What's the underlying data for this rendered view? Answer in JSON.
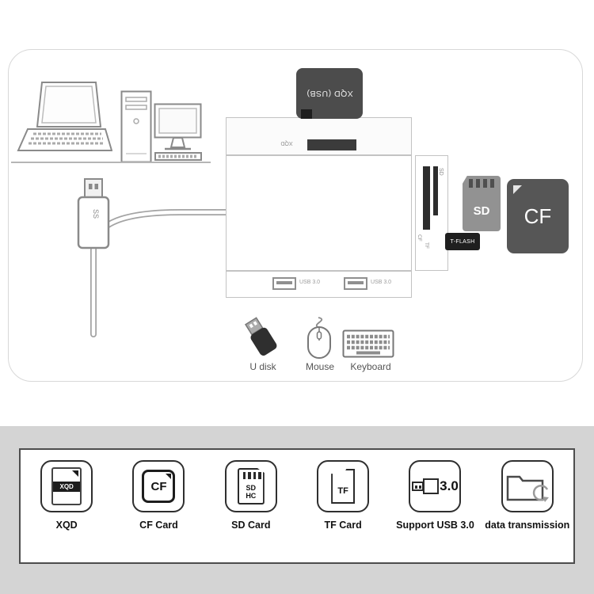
{
  "illustration": {
    "xqd_card": {
      "label": "XQD (USB)"
    },
    "reader": {
      "top_slot_label": "XQD",
      "side_slot_label_sd": "SD",
      "side_slot_label_cf": "CF",
      "side_slot_label_tf": "TF",
      "usb_port_1_label": "USB 3.0",
      "usb_port_2_label": "USB 3.0"
    },
    "cards": {
      "sd_label": "SD",
      "tflash_label": "T-FLASH",
      "cf_label": "CF"
    },
    "usb_plug": {
      "label": "SS"
    },
    "peripherals": [
      {
        "label": "U disk"
      },
      {
        "label": "Mouse"
      },
      {
        "label": "Keyboard"
      }
    ],
    "icons": [
      "laptop-icon",
      "desktop-tower-icon",
      "monitor-icon",
      "usb-plug-icon",
      "usb-flash-drive-icon",
      "mouse-icon",
      "keyboard-icon"
    ]
  },
  "features": {
    "items": [
      {
        "icon": "xqd-card-icon",
        "icon_text": "XQD",
        "label": "XQD"
      },
      {
        "icon": "cf-card-icon",
        "icon_text": "CF",
        "label": "CF Card"
      },
      {
        "icon": "sd-card-icon",
        "icon_text_top": "SD",
        "icon_text_bottom": "HC",
        "label": "SD Card"
      },
      {
        "icon": "tf-card-icon",
        "icon_text": "TF",
        "label": "TF Card"
      },
      {
        "icon": "usb3-plug-icon",
        "icon_text": "3.0",
        "label": "Support USB 3.0"
      },
      {
        "icon": "folder-sync-icon",
        "label": "data transmission"
      }
    ]
  },
  "colors": {
    "card_dark": "#4c4c4c",
    "card_gray": "#929292",
    "band_gray": "#d4d4d4",
    "outline_gray": "#8a8a8a",
    "panel_border": "#4d4d4d"
  }
}
